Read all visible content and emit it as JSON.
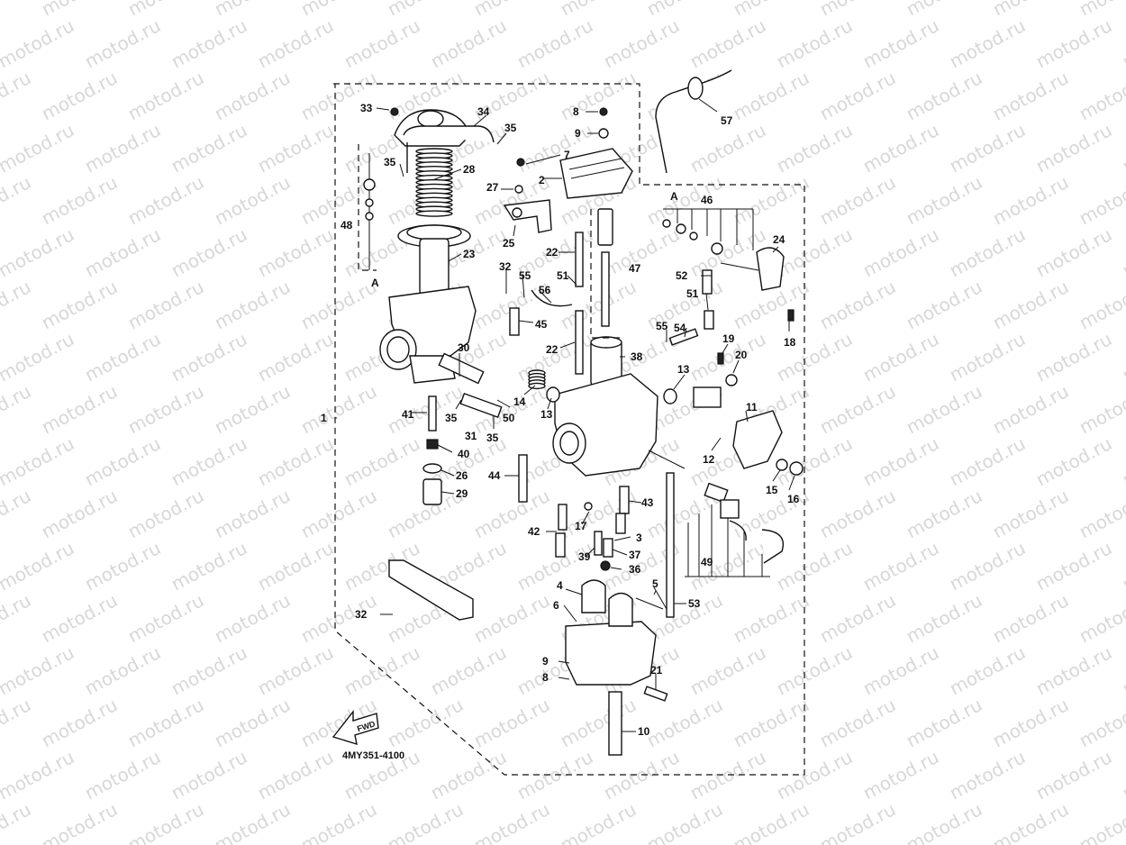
{
  "watermark_text": "motod.ru",
  "diagram_code": "4MY351-4100",
  "fwd_arrow_label": "FWD",
  "ref_marker": "A",
  "callouts": [
    {
      "id": "c1",
      "label": "1"
    },
    {
      "id": "c2",
      "label": "2"
    },
    {
      "id": "c3",
      "label": "3"
    },
    {
      "id": "c4",
      "label": "4"
    },
    {
      "id": "c5",
      "label": "5"
    },
    {
      "id": "c6",
      "label": "6"
    },
    {
      "id": "c7",
      "label": "7"
    },
    {
      "id": "c8a",
      "label": "8"
    },
    {
      "id": "c8b",
      "label": "8"
    },
    {
      "id": "c9a",
      "label": "9"
    },
    {
      "id": "c9b",
      "label": "9"
    },
    {
      "id": "c10",
      "label": "10"
    },
    {
      "id": "c11",
      "label": "11"
    },
    {
      "id": "c12",
      "label": "12"
    },
    {
      "id": "c13a",
      "label": "13"
    },
    {
      "id": "c13b",
      "label": "13"
    },
    {
      "id": "c14",
      "label": "14"
    },
    {
      "id": "c15",
      "label": "15"
    },
    {
      "id": "c16",
      "label": "16"
    },
    {
      "id": "c17",
      "label": "17"
    },
    {
      "id": "c18",
      "label": "18"
    },
    {
      "id": "c19",
      "label": "19"
    },
    {
      "id": "c20",
      "label": "20"
    },
    {
      "id": "c21",
      "label": "21"
    },
    {
      "id": "c22a",
      "label": "22"
    },
    {
      "id": "c22b",
      "label": "22"
    },
    {
      "id": "c23",
      "label": "23"
    },
    {
      "id": "c24",
      "label": "24"
    },
    {
      "id": "c25",
      "label": "25"
    },
    {
      "id": "c26",
      "label": "26"
    },
    {
      "id": "c27",
      "label": "27"
    },
    {
      "id": "c28",
      "label": "28"
    },
    {
      "id": "c29",
      "label": "29"
    },
    {
      "id": "c30",
      "label": "30"
    },
    {
      "id": "c31",
      "label": "31"
    },
    {
      "id": "c32a",
      "label": "32"
    },
    {
      "id": "c32b",
      "label": "32"
    },
    {
      "id": "c33",
      "label": "33"
    },
    {
      "id": "c34",
      "label": "34"
    },
    {
      "id": "c35a",
      "label": "35"
    },
    {
      "id": "c35b",
      "label": "35"
    },
    {
      "id": "c35c",
      "label": "35"
    },
    {
      "id": "c35d",
      "label": "35"
    },
    {
      "id": "c36",
      "label": "36"
    },
    {
      "id": "c37",
      "label": "37"
    },
    {
      "id": "c38",
      "label": "38"
    },
    {
      "id": "c39",
      "label": "39"
    },
    {
      "id": "c40",
      "label": "40"
    },
    {
      "id": "c41",
      "label": "41"
    },
    {
      "id": "c42",
      "label": "42"
    },
    {
      "id": "c43",
      "label": "43"
    },
    {
      "id": "c44",
      "label": "44"
    },
    {
      "id": "c45",
      "label": "45"
    },
    {
      "id": "c46",
      "label": "46"
    },
    {
      "id": "c47",
      "label": "47"
    },
    {
      "id": "c48",
      "label": "48"
    },
    {
      "id": "c49",
      "label": "49"
    },
    {
      "id": "c50",
      "label": "50"
    },
    {
      "id": "c51a",
      "label": "51"
    },
    {
      "id": "c51b",
      "label": "51"
    },
    {
      "id": "c52",
      "label": "52"
    },
    {
      "id": "c53",
      "label": "53"
    },
    {
      "id": "c54",
      "label": "54"
    },
    {
      "id": "c55a",
      "label": "55"
    },
    {
      "id": "c55b",
      "label": "55"
    },
    {
      "id": "c56",
      "label": "56"
    },
    {
      "id": "c57",
      "label": "57"
    }
  ]
}
